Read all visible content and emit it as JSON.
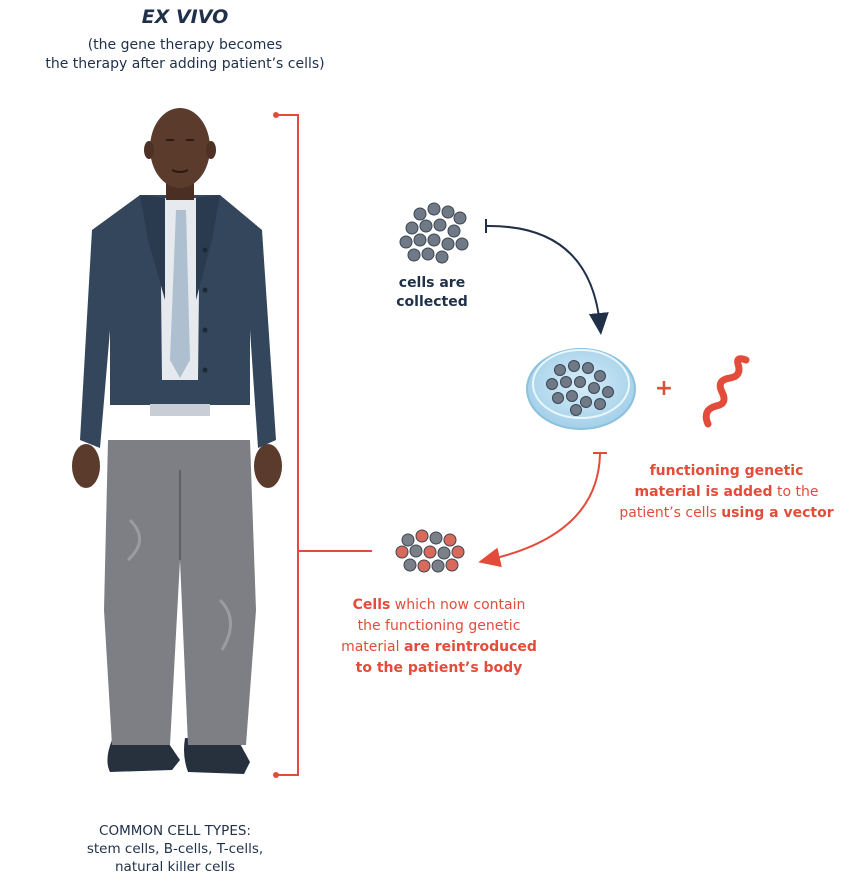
{
  "title": "EX VIVO",
  "subtitle": [
    "(the gene therapy becomes",
    "the therapy after adding patient’s cells)"
  ],
  "step_collected": [
    "cells are",
    "collected"
  ],
  "step_added": {
    "line1_bold": "functioning genetic",
    "line2_bold": "material is added",
    "line2_normal": " to the",
    "line3_normal": "patient’s cells ",
    "line3_bold": "using a vector"
  },
  "step_reintroduced": {
    "line1_bold": "Cells",
    "line1_normal": " which now contain",
    "line2_normal": "the functioning genetic",
    "line3_normal": "material ",
    "line3_bold": "are reintroduced",
    "line4_bold": "to the patient’s body"
  },
  "plus_sign": "+",
  "common_cell_types": [
    "COMMON CELL TYPES:",
    "stem cells, B-cells, T-cells,",
    "natural killer cells"
  ],
  "colors": {
    "navy": "#1f3048",
    "accent_red": "#e34c3a",
    "cell_gray": "#6f7a86",
    "dish_blue": "#bfe0f2"
  }
}
